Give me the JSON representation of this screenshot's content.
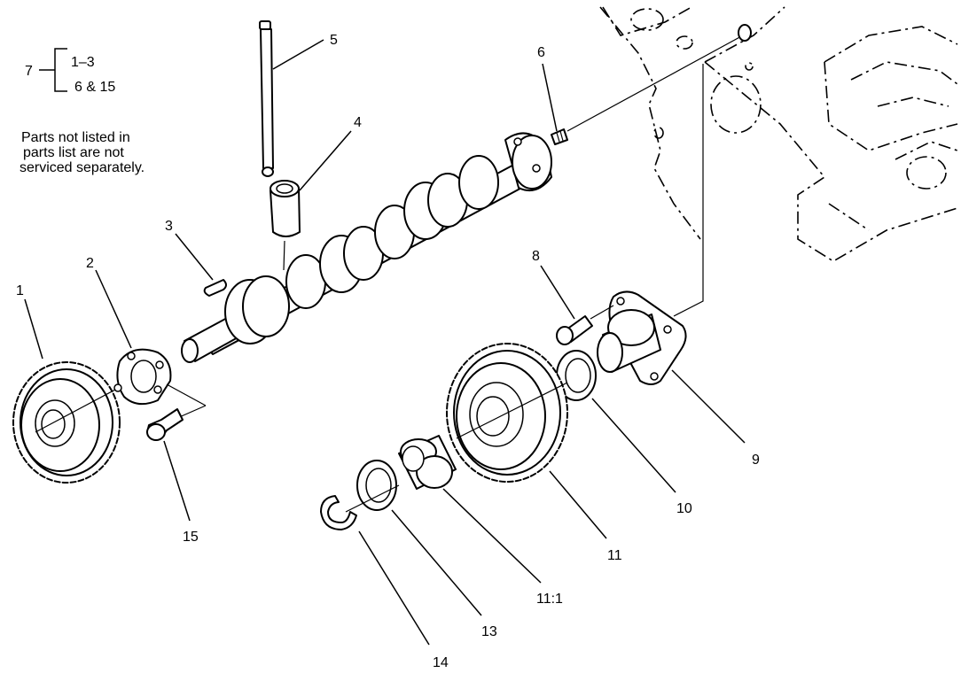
{
  "group": {
    "number": "7",
    "items": [
      "1–3",
      "6 & 15"
    ]
  },
  "note": {
    "lines": [
      "Parts not listed in",
      "parts list are not",
      "serviced separately."
    ]
  },
  "callouts": [
    {
      "id": "c1",
      "text": "1"
    },
    {
      "id": "c2",
      "text": "2"
    },
    {
      "id": "c3",
      "text": "3"
    },
    {
      "id": "c4",
      "text": "4"
    },
    {
      "id": "c5",
      "text": "5"
    },
    {
      "id": "c6",
      "text": "6"
    },
    {
      "id": "c8",
      "text": "8"
    },
    {
      "id": "c9",
      "text": "9"
    },
    {
      "id": "c10",
      "text": "10"
    },
    {
      "id": "c11",
      "text": "11"
    },
    {
      "id": "c111",
      "text": "11:1"
    },
    {
      "id": "c13",
      "text": "13"
    },
    {
      "id": "c14",
      "text": "14"
    },
    {
      "id": "c15",
      "text": "15"
    }
  ]
}
